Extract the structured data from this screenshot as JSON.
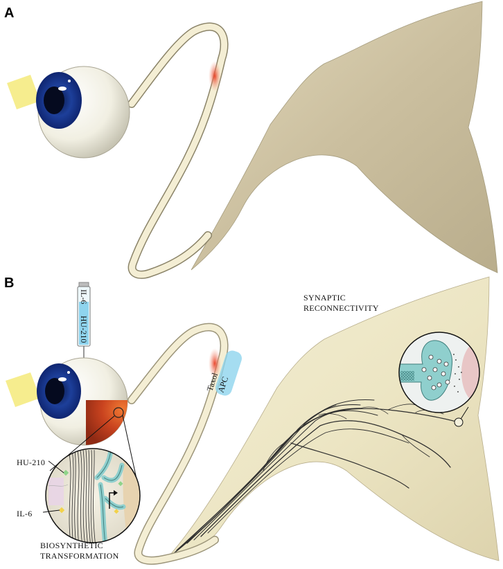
{
  "panels": [
    {
      "letter": "A"
    },
    {
      "letter": "B"
    }
  ],
  "labels": {
    "synaptic_line1": "SYNAPTIC",
    "synaptic_line2": "RECONNECTIVITY",
    "biosynthetic_line1": "BIOSYNTHETIC",
    "biosynthetic_line2": "TRANSFORMATION",
    "hu210": "HU-210",
    "il6": "IL-6"
  },
  "syringe": {
    "text1": "IL-6",
    "text2": "HU-210"
  },
  "nerve_drugs": {
    "taxol": "Taxol",
    "apc": "APC"
  },
  "colors": {
    "eye_white": "#f1efe2",
    "iris": "#1d3f9a",
    "nerve": "#f4eed4",
    "brain_tan": "#cdc3a5",
    "brain_pale": "#efe9c8",
    "lesion": "#e8452a",
    "light": "#f5ea7a",
    "syringe_fluid": "#8fd4ee",
    "neuron_teal": "#8fcfcd",
    "retina_red": "#c9431f"
  }
}
